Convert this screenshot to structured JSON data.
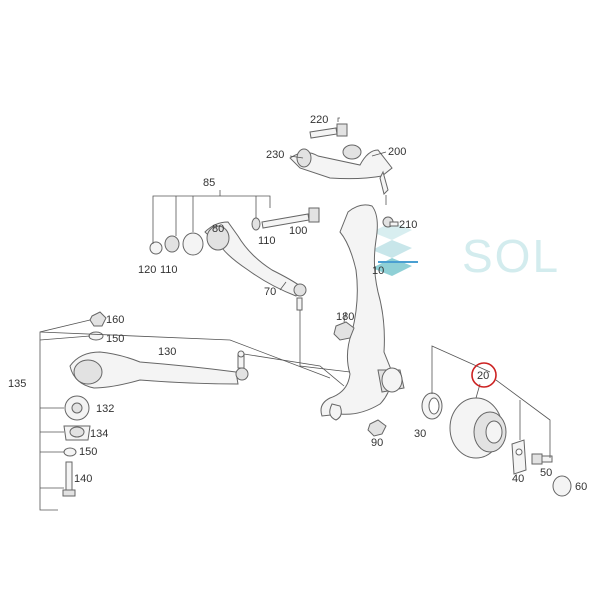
{
  "watermark": {
    "text": "SOL",
    "color": "#d3ecee",
    "accent": "#8fd0d6"
  },
  "highlight_color": "#cc2222",
  "highlighted_part": "20",
  "labels": {
    "p220": "220",
    "p230": "230",
    "p200": "200",
    "p85": "85",
    "p80": "80",
    "p110a": "110",
    "p100": "100",
    "p120": "120",
    "p110b": "110",
    "p70": "70",
    "p210": "210",
    "p10": "10",
    "p180": "180",
    "p160": "160",
    "p150a": "150",
    "p130": "130",
    "p135": "135",
    "p132": "132",
    "p134": "134",
    "p150b": "150",
    "p140": "140",
    "p20": "20",
    "p30": "30",
    "p90": "90",
    "p40": "40",
    "p50": "50",
    "p60": "60"
  }
}
